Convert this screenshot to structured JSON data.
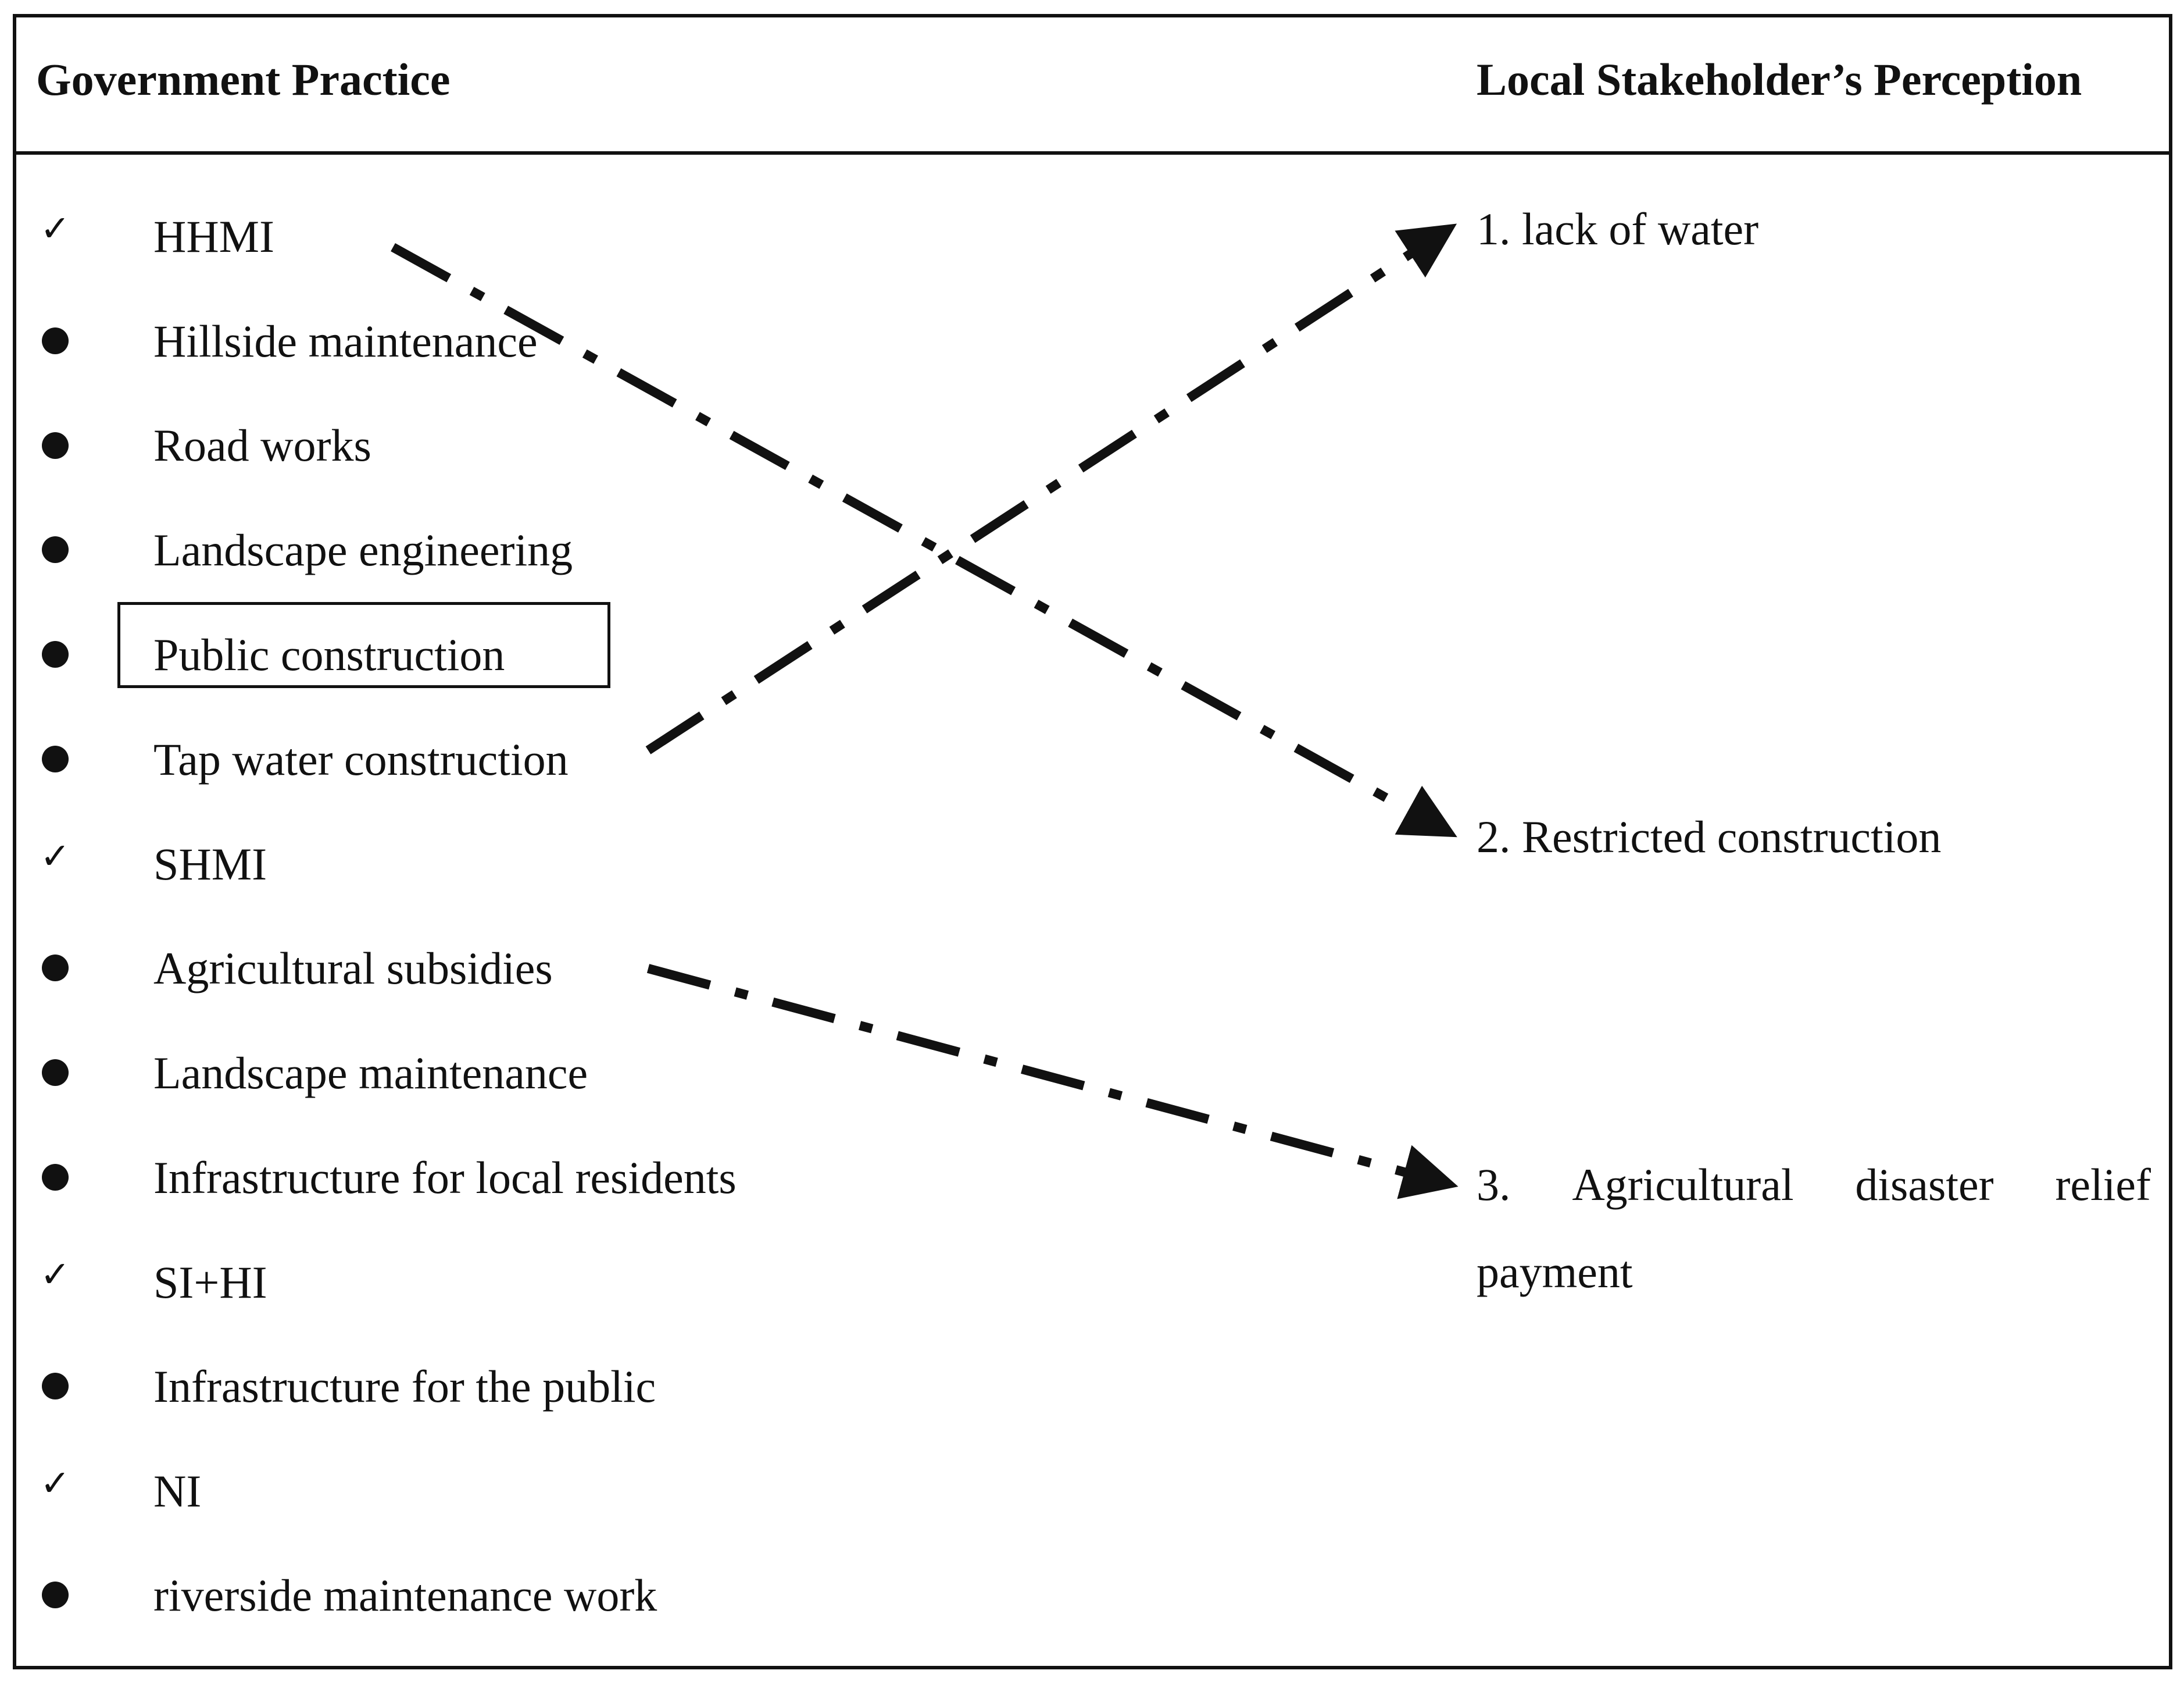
{
  "header": {
    "left_title": "Government Practice",
    "right_title": "Local Stakeholder’s Perception"
  },
  "practices": [
    {
      "marker": "check",
      "label": "HHMI"
    },
    {
      "marker": "bullet",
      "label": "Hillside maintenance"
    },
    {
      "marker": "bullet",
      "label": "Road works"
    },
    {
      "marker": "bullet",
      "label": "Landscape engineering"
    },
    {
      "marker": "bullet",
      "label": "Public construction",
      "boxed": true
    },
    {
      "marker": "bullet",
      "label": "Tap water construction"
    },
    {
      "marker": "check",
      "label": "SHMI"
    },
    {
      "marker": "bullet",
      "label": "Agricultural subsidies"
    },
    {
      "marker": "bullet",
      "label": "Landscape maintenance"
    },
    {
      "marker": "bullet",
      "label": "Infrastructure for local residents"
    },
    {
      "marker": "check",
      "label": "SI+HI"
    },
    {
      "marker": "bullet",
      "label": "Infrastructure for the public"
    },
    {
      "marker": "check",
      "label": "NI"
    },
    {
      "marker": "bullet",
      "label": "riverside maintenance work"
    }
  ],
  "perceptions": [
    {
      "words": [
        "1.",
        "lack",
        "of",
        "water"
      ]
    },
    {
      "words": [
        "2.",
        "Restricted",
        "construction"
      ]
    },
    {
      "words": [
        "3.",
        "Agricultural",
        "disaster",
        "relief"
      ],
      "continuation": "payment"
    }
  ],
  "check_glyph": "✓",
  "links": [
    {
      "from": "HHMI",
      "to": "2. Restricted construction",
      "style": "dash-dot",
      "color": "#111111"
    },
    {
      "from": "Tap water construction",
      "to": "1. lack of water",
      "style": "dash-dot",
      "color": "#111111"
    },
    {
      "from": "Agricultural subsidies",
      "to": "3. Agricultural disaster relief payment",
      "style": "dash-dot",
      "color": "#111111"
    }
  ]
}
